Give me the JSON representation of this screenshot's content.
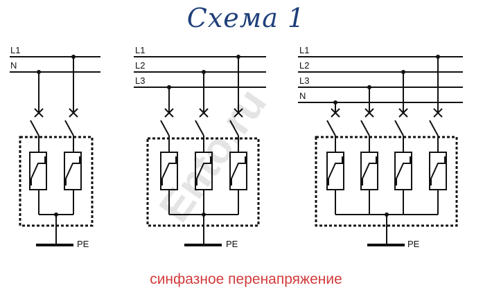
{
  "title": "Схема 1",
  "caption": "синфазное перенапряжение",
  "watermark": "Ento.ru",
  "colors": {
    "title": "#1f3f7a",
    "caption": "#d23b3b",
    "lines": "#111111",
    "watermark": "#cfcfcf"
  },
  "schemes": [
    {
      "id": "single-phase",
      "lines": [
        "L1",
        "N"
      ],
      "pe_label": "PE"
    },
    {
      "id": "three-phase-3wire",
      "lines": [
        "L1",
        "L2",
        "L3"
      ],
      "pe_label": "PE"
    },
    {
      "id": "three-phase-4wire",
      "lines": [
        "L1",
        "L2",
        "L3",
        "N"
      ],
      "pe_label": "PE"
    }
  ]
}
